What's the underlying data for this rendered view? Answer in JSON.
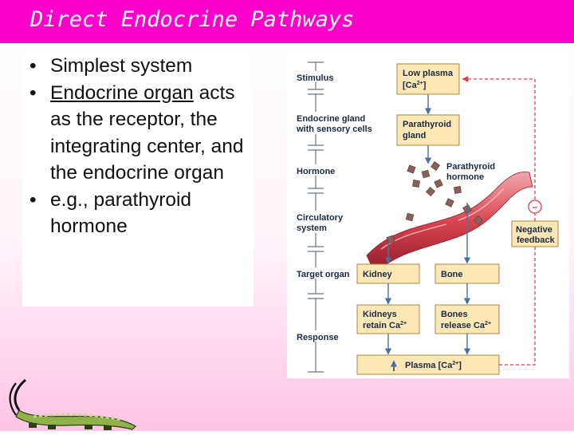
{
  "slide": {
    "title": "Direct Endocrine Pathways",
    "bullets": [
      {
        "dot": "•",
        "plain": "Simplest system"
      },
      {
        "dot": "•",
        "underlined": "Endocrine organ",
        "rest": "acts as the receptor, the integrating center, and the endocrine organ"
      },
      {
        "dot": "•",
        "plain": "e.g., parathyroid hormone"
      }
    ]
  },
  "diagram": {
    "left_labels": {
      "stimulus": "Stimulus",
      "gland_1": "Endocrine gland",
      "gland_2": "with sensory cells",
      "hormone": "Hormone",
      "circ_1": "Circulatory",
      "circ_2": "system",
      "target": "Target organ",
      "response": "Response"
    },
    "boxes": {
      "low_plasma_1": "Low plasma",
      "low_plasma_2": "[Ca",
      "low_plasma_sup": "2+",
      "low_plasma_end": "]",
      "parathyroid_1": "Parathyroid",
      "parathyroid_2": "gland",
      "kidney": "Kidney",
      "bone": "Bone",
      "kidneys_1": "Kidneys",
      "kidneys_2": "retain Ca",
      "kidneys_sup": "2+",
      "bones_1": "Bones",
      "bones_2": "release Ca",
      "bones_sup": "2+",
      "plasma": "Plasma [Ca",
      "plasma_sup": "2+",
      "plasma_end": "]",
      "negative_1": "Negative",
      "negative_2": "feedback"
    },
    "float_labels": {
      "pth_1": "Parathyroid",
      "pth_2": "hormone",
      "minus": "–"
    },
    "colors": {
      "box_fill": "#fde7b5",
      "arrow": "#4a6fa5",
      "feedback": "#e03a4e",
      "vessel": "#d9434f",
      "hormone_particle": "#8a5e5a"
    }
  }
}
